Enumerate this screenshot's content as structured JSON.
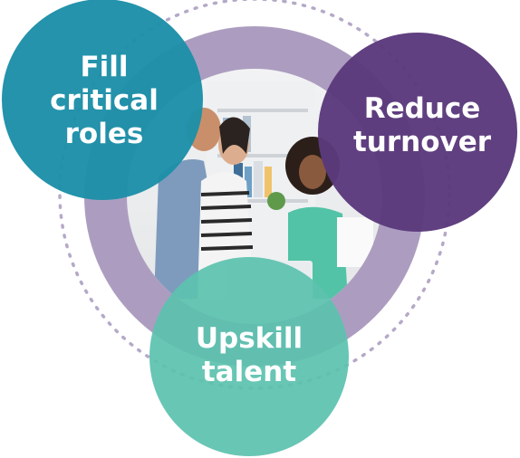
{
  "colors": {
    "fill_circle": "#1d8fa8",
    "reduce_circle": "#5b3a7c",
    "upskill_circle": "#5dc2ae",
    "ring": "#ac9dc0",
    "dotted": "#b5a9c8",
    "text": "#ffffff"
  },
  "circles": {
    "fill_critical_roles": {
      "label": "Fill\ncritical\nroles"
    },
    "reduce_turnover": {
      "label": "Reduce\nturnover"
    },
    "upskill_talent": {
      "label": "Upskill\ntalent"
    }
  },
  "photo": {
    "description_icon": "office-team-photo"
  }
}
